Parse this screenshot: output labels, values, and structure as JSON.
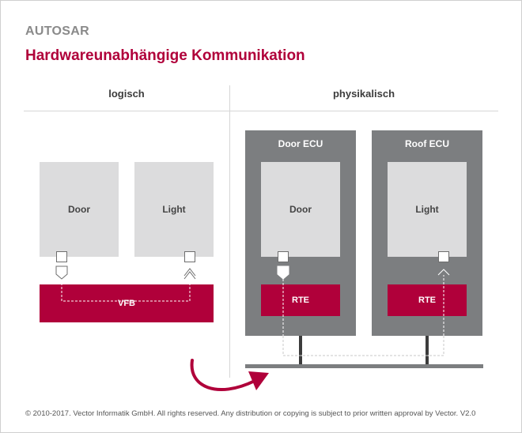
{
  "header": {
    "brand": "AUTOSAR",
    "title": "Hardwareunabhängige Kommunikation"
  },
  "columns": {
    "left": "logisch",
    "right": "physikalisch"
  },
  "logical": {
    "door": "Door",
    "light": "Light",
    "vfb": "VFB"
  },
  "physical": {
    "door_ecu": {
      "label": "Door ECU",
      "component": "Door",
      "rte": "RTE"
    },
    "roof_ecu": {
      "label": "Roof ECU",
      "component": "Light",
      "rte": "RTE"
    }
  },
  "colors": {
    "accent": "#b0003a",
    "ecu_gray": "#7c7e80",
    "component_gray": "#dcdcdd"
  },
  "footer": {
    "copyright": "© 2010-2017. Vector Informatik GmbH. All rights reserved. Any distribution or copying is subject to prior written approval by Vector. V2.0"
  }
}
